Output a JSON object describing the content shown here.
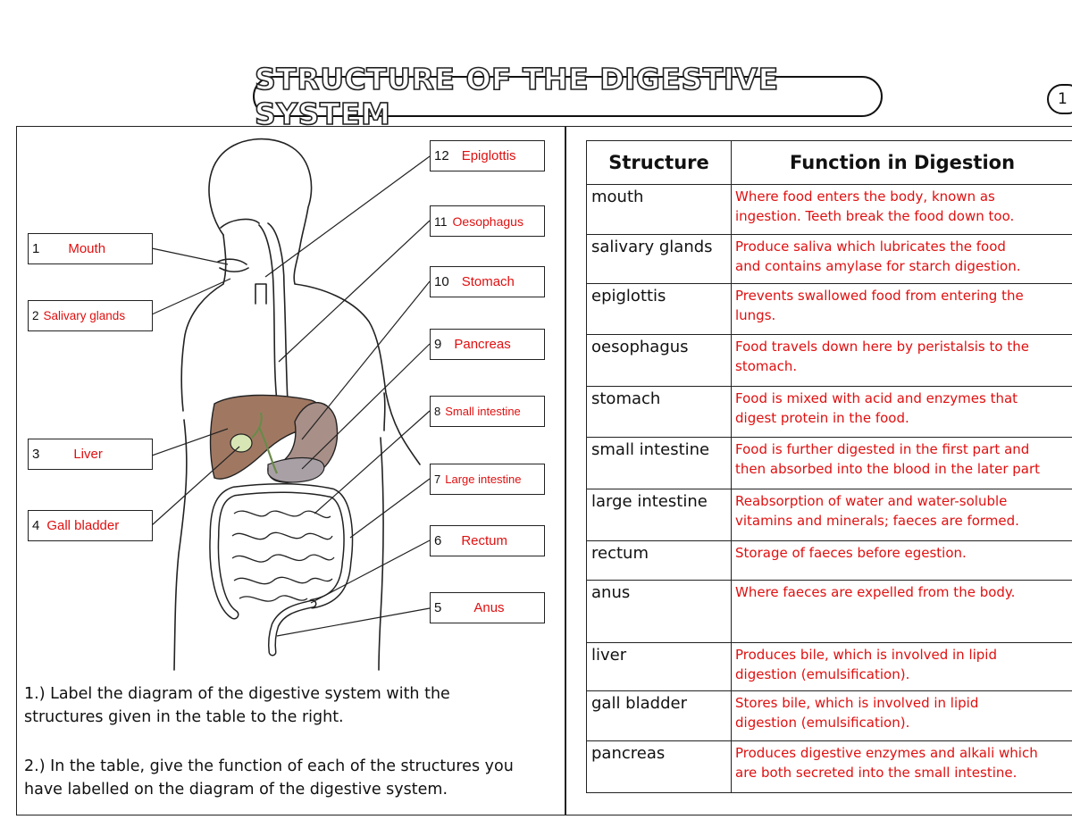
{
  "title": "STRUCTURE OF THE DIGESTIVE SYSTEM",
  "page_number": "1",
  "labels": [
    {
      "num": "1",
      "name": "Mouth"
    },
    {
      "num": "2",
      "name": "Salivary glands"
    },
    {
      "num": "3",
      "name": "Liver"
    },
    {
      "num": "4",
      "name": "Gall bladder"
    },
    {
      "num": "5",
      "name": "Anus"
    },
    {
      "num": "6",
      "name": "Rectum"
    },
    {
      "num": "7",
      "name": "Large intestine"
    },
    {
      "num": "8",
      "name": "Small intestine"
    },
    {
      "num": "9",
      "name": "Pancreas"
    },
    {
      "num": "10",
      "name": "Stomach"
    },
    {
      "num": "11",
      "name": "Oesophagus"
    },
    {
      "num": "12",
      "name": "Epiglottis"
    }
  ],
  "instructions": {
    "q1_line1": "1.) Label the diagram of the digestive system with the",
    "q1_line2": "structures given in the table to the right.",
    "q2_line1": "2.) In the table, give the function of each of the structures you",
    "q2_line2": "have labelled on the diagram of the digestive system."
  },
  "table": {
    "headers": [
      "Structure",
      "Function in Digestion"
    ],
    "rows": [
      {
        "structure": "mouth",
        "function": [
          "Where food enters the body, known as",
          "ingestion. Teeth break the food down too."
        ]
      },
      {
        "structure": "salivary glands",
        "function": [
          "Produce saliva which lubricates the food",
          "and contains amylase for starch digestion."
        ]
      },
      {
        "structure": "epiglottis",
        "function": [
          "Prevents swallowed food from entering the",
          "lungs."
        ]
      },
      {
        "structure": "oesophagus",
        "function": [
          "Food travels down here by peristalsis to the",
          "stomach."
        ]
      },
      {
        "structure": "stomach",
        "function": [
          "Food is mixed with acid and enzymes that",
          "digest protein in the food."
        ]
      },
      {
        "structure": "small intestine",
        "function": [
          "Food is further digested in the first part and",
          "then absorbed into the blood in the later part"
        ]
      },
      {
        "structure": "large intestine",
        "function": [
          "Reabsorption of water and water-soluble",
          "vitamins and minerals; faeces are formed."
        ]
      },
      {
        "structure": "rectum",
        "function": [
          "Storage of faeces before egestion."
        ]
      },
      {
        "structure": "anus",
        "function": [
          "Where faeces are expelled from the body."
        ]
      },
      {
        "structure": "liver",
        "function": [
          "Produces bile, which is involved in lipid",
          "digestion (emulsification)."
        ]
      },
      {
        "structure": "gall bladder",
        "function": [
          "Stores bile, which is involved in lipid",
          "digestion (emulsification)."
        ]
      },
      {
        "structure": "pancreas",
        "function": [
          "Produces digestive enzymes and alkali which",
          "are both secreted into the small intestine."
        ]
      }
    ]
  },
  "colors": {
    "answer_text": "#e01010",
    "liver": "#a07862",
    "gall_bladder": "#d7e6b4",
    "stomach": "#a88f88",
    "pancreas": "#a9a0a6"
  }
}
